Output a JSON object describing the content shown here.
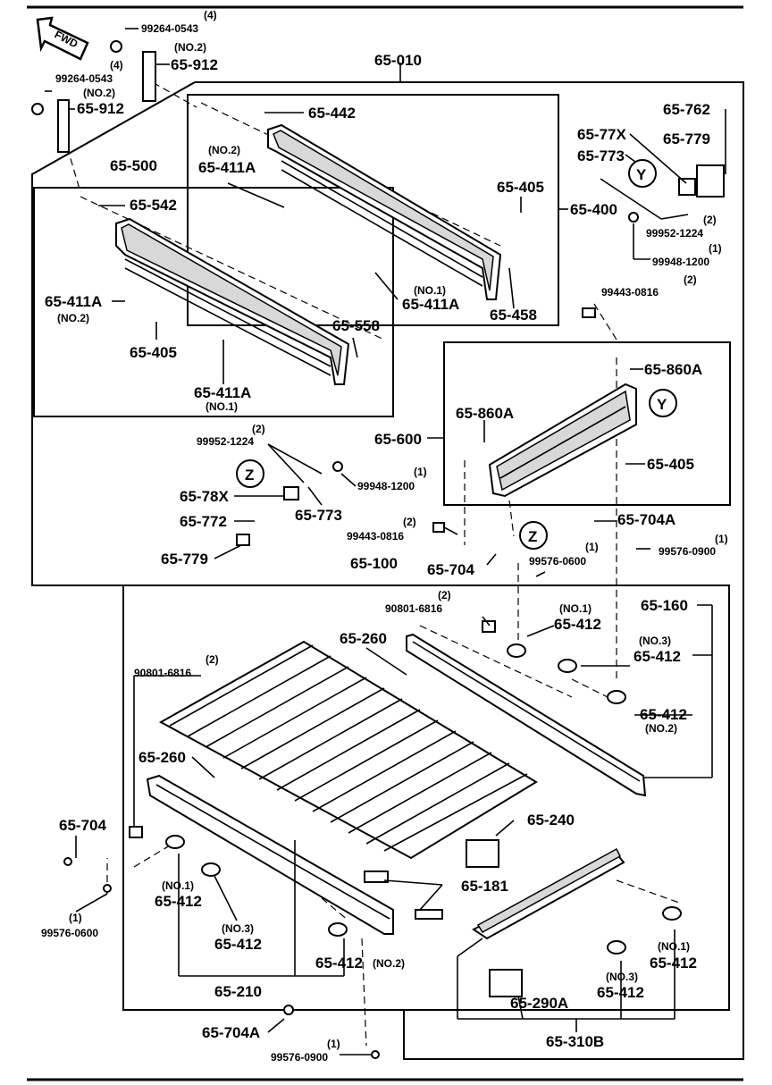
{
  "fwd": "FWD",
  "callouts": {
    "y": "Y",
    "z": "Z"
  },
  "labels": {
    "l65_010": "65-010",
    "l65_442": "65-442",
    "l65_411A_no2_top_qty": "(NO.2)",
    "l65_411A_no2_top": "65-411A",
    "l65_405_top": "65-405",
    "l65_400": "65-400",
    "l65_411A_no1_top_qty": "(NO.1)",
    "l65_411A_no1_top": "65-411A",
    "l65_458": "65-458",
    "l65_500": "65-500",
    "l65_542": "65-542",
    "l65_411A_no2_left": "65-411A",
    "l65_411A_no2_left_qty": "(NO.2)",
    "l65_405_left": "65-405",
    "l65_558": "65-558",
    "l65_411A_no1_left": "65-411A",
    "l65_411A_no1_left_qty": "(NO.1)",
    "l99264_a_qty": "(4)",
    "l99264_a": "99264-0543",
    "l65_912_a_qty": "(NO.2)",
    "l65_912_a": "65-912",
    "l99264_b_qty": "(4)",
    "l99264_b": "99264-0543",
    "l65_912_b_qty": "(NO.2)",
    "l65_912_b": "65-912",
    "l65_762": "65-762",
    "l65_77X": "65-77X",
    "l65_779_top": "65-779",
    "l65_773_top": "65-773",
    "l99952_top_qty": "(2)",
    "l99952_top": "99952-1224",
    "l99948_top_qty": "(1)",
    "l99948_top": "99948-1200",
    "l99443_top_qty": "(2)",
    "l99443_top": "99443-0816",
    "l65_860A_a": "65-860A",
    "l65_860A_b": "65-860A",
    "l65_600": "65-600",
    "l65_405_right": "65-405",
    "l99952_mid_qty": "(2)",
    "l99952_mid": "99952-1224",
    "l99948_mid_qty": "(1)",
    "l99948_mid": "99948-1200",
    "l65_78X": "65-78X",
    "l65_773_mid": "65-773",
    "l65_772": "65-772",
    "l65_779_mid": "65-779",
    "l99443_mid_qty": "(2)",
    "l99443_mid": "99443-0816",
    "l65_704A_top": "65-704A",
    "l99576_0900_top_qty": "(1)",
    "l99576_0900_top": "99576-0900",
    "l65_704_top": "65-704",
    "l99576_0600_top_qty": "(1)",
    "l99576_0600_top": "99576-0600",
    "l65_100": "65-100",
    "l90801_a_qty": "(2)",
    "l90801_a": "90801-6816",
    "l65_412_no1_top_qty": "(NO.1)",
    "l65_412_no1_top": "65-412",
    "l65_160": "65-160",
    "l65_260_top": "65-260",
    "l65_412_no3_top_qty": "(NO.3)",
    "l65_412_no3_top": "65-412",
    "l90801_b_qty": "(2)",
    "l90801_b": "90801-6816",
    "l65_412_no2_right": "65-412",
    "l65_412_no2_right_qty": "(NO.2)",
    "l65_260_left": "65-260",
    "l65_240": "65-240",
    "l65_704_left": "65-704",
    "l65_181": "65-181",
    "l65_412_no1_left_qty": "(NO.1)",
    "l65_412_no1_left": "65-412",
    "l65_412_no3_left_qty": "(NO.3)",
    "l65_412_no3_left": "65-412",
    "l65_412_no2_bottom": "65-412",
    "l65_412_no2_bottom_qty": "(NO.2)",
    "l99576_0600_left_qty": "(1)",
    "l99576_0600_left": "99576-0600",
    "l65_210": "65-210",
    "l65_412_no1_br_qty": "(NO.1)",
    "l65_412_no1_br": "65-412",
    "l65_412_no3_br_qty": "(NO.3)",
    "l65_412_no3_br": "65-412",
    "l65_290A": "65-290A",
    "l65_704A_bottom": "65-704A",
    "l99576_0900_bottom_qty": "(1)",
    "l99576_0900_bottom": "99576-0900",
    "l65_310B": "65-310B"
  }
}
